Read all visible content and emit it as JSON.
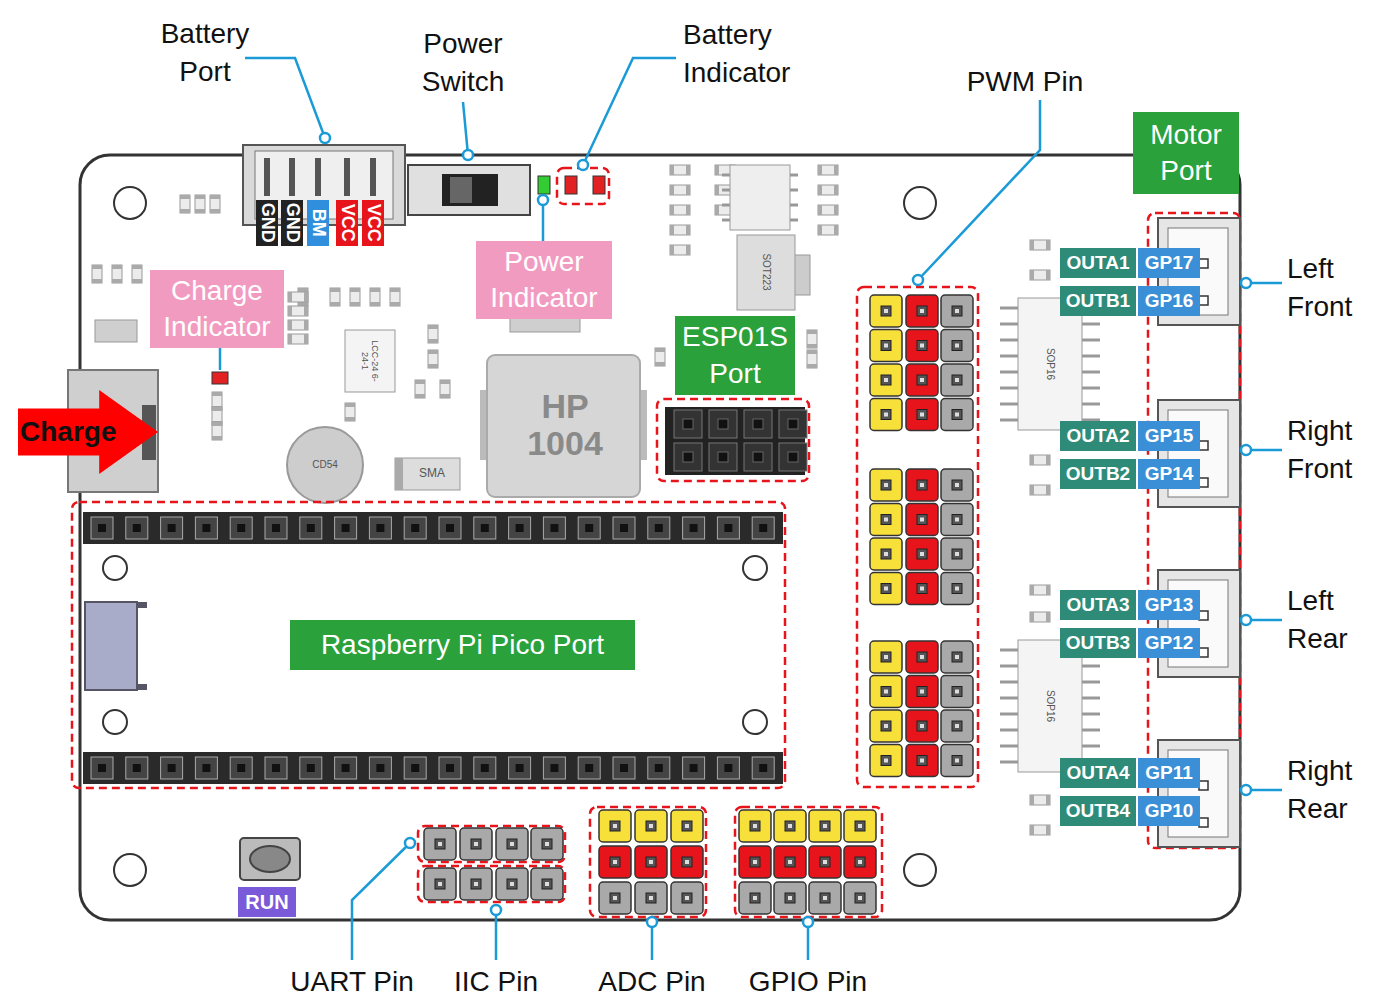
{
  "diagram": {
    "nodes": [
      {
        "text": [
          "GND"
        ]
      },
      {
        "text": [
          "GND"
        ]
      },
      {
        "text": [
          "BM"
        ]
      },
      {
        "text": [
          "VCC"
        ]
      },
      {
        "text": [
          "VCC"
        ]
      },
      {
        "text": [
          "Power Indicator"
        ]
      },
      {
        "text": [
          "Charge Indicator"
        ]
      },
      {
        "text": [
          "ESP01S Port"
        ]
      },
      {
        "text": [
          "Motor Port"
        ]
      },
      {
        "text": [
          "OUTA1"
        ]
      },
      {
        "text": [
          "GP17"
        ]
      },
      {
        "text": [
          "OUTB1"
        ]
      },
      {
        "text": [
          "GP16"
        ]
      },
      {
        "text": [
          "OUTA2"
        ]
      },
      {
        "text": [
          "GP15"
        ]
      },
      {
        "text": [
          "OUTB2"
        ]
      },
      {
        "text": [
          "GP14"
        ]
      },
      {
        "text": [
          "OUTA3"
        ]
      },
      {
        "text": [
          "GP13"
        ]
      },
      {
        "text": [
          "OUTB3"
        ]
      },
      {
        "text": [
          "GP12"
        ]
      },
      {
        "text": [
          "OUTA4"
        ]
      },
      {
        "text": [
          "GP11"
        ]
      },
      {
        "text": [
          "OUTB4"
        ]
      },
      {
        "text": [
          "GP10"
        ]
      },
      {
        "text": [
          "Charge"
        ]
      },
      {
        "text": [
          "Raspberry Pi Pico Port"
        ]
      },
      {
        "text": [
          "RUN"
        ]
      }
    ],
    "labels": [
      "Battery Port",
      "Power Switch",
      "Battery Indicator",
      "PWM Pin",
      "Left Front",
      "Right Front",
      "Left Rear",
      "Right Rear",
      "UART Pin",
      "IIC Pin",
      "ADC Pin",
      "GPIO Pin",
      "SOT223",
      "HP 1004",
      "CD54",
      "SMA",
      "SOP16",
      "SOP16",
      "LCC-24 6-24-1"
    ]
  }
}
